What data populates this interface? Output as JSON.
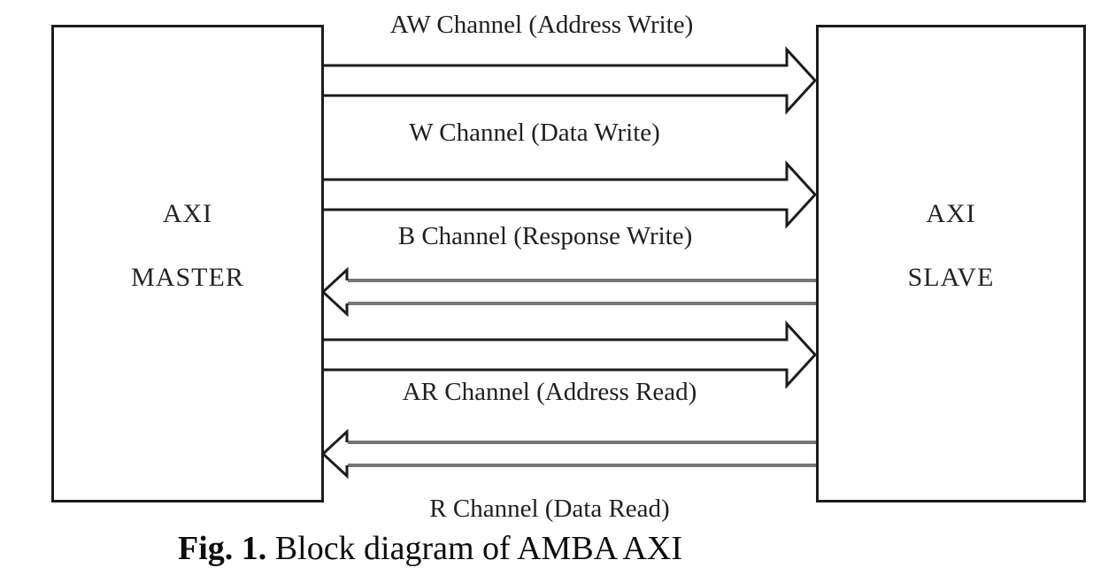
{
  "diagram": {
    "master_block": {
      "line1": "AXI",
      "line2": "MASTER"
    },
    "slave_block": {
      "line1": "AXI",
      "line2": "SLAVE"
    },
    "channels": [
      {
        "id": "aw",
        "label": "AW Channel (Address Write)",
        "direction": "master-to-slave"
      },
      {
        "id": "w",
        "label": "W Channel (Data Write)",
        "direction": "master-to-slave"
      },
      {
        "id": "b",
        "label": "B Channel (Response Write)",
        "direction": "slave-to-master"
      },
      {
        "id": "ar",
        "label": "AR Channel (Address Read)",
        "direction": "master-to-slave"
      },
      {
        "id": "r",
        "label": "R Channel (Data Read)",
        "direction": "slave-to-master"
      }
    ],
    "caption": {
      "figure_label": "Fig. 1.",
      "text": " Block diagram of AMBA AXI"
    },
    "colors": {
      "outline": "#1c1c1c",
      "gray_shaft": "#767676",
      "background": "#ffffff"
    }
  }
}
